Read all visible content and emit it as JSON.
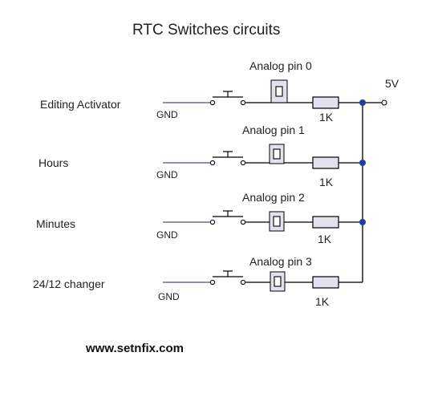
{
  "title": "RTC Switches circuits",
  "supply": {
    "label": "5V"
  },
  "credit": "www.setnfix.com",
  "rows": [
    {
      "name": "Editing Activator",
      "gnd": "GND",
      "pin": "Analog pin 0",
      "resistor": "1K"
    },
    {
      "name": "Hours",
      "gnd": "GND",
      "pin": "Analog pin 1",
      "resistor": "1K"
    },
    {
      "name": "Minutes",
      "gnd": "GND",
      "pin": "Analog pin 2",
      "resistor": "1K"
    },
    {
      "name": "24/12 changer",
      "gnd": "GND",
      "pin": "Analog pin 3",
      "resistor": "1K"
    }
  ],
  "icons": [
    "push-button-switch-icon",
    "analog-pin-connector-icon",
    "resistor-icon",
    "junction-dot-icon",
    "terminal-icon"
  ],
  "colors": {
    "ground_wire": "#6a6aaa",
    "junction": "#1d3fa0",
    "component_fill": "#e2e2ee"
  }
}
